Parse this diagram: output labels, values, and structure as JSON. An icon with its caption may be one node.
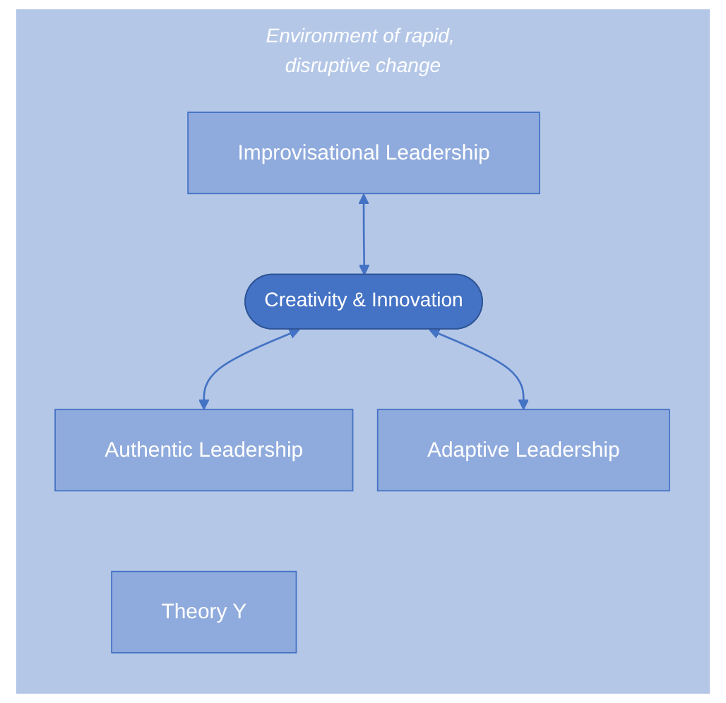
{
  "diagram": {
    "nodes": [
      {
        "text": [
          "Environment of rapid, disruptive change"
        ]
      },
      {
        "text": [
          "Improvisational Leadership"
        ],
        "in": 0
      },
      {
        "text": [
          "Creativity & Innovation"
        ],
        "in": 0
      },
      {
        "text": [
          "Authentic Leadership"
        ],
        "in": 0
      },
      {
        "text": [
          "Adaptive Leadership"
        ],
        "in": 0
      },
      {
        "text": [
          "Theory Y"
        ],
        "in": 0
      }
    ],
    "edges": [
      {
        "from": 1,
        "to": 2,
        "arrow": "both"
      },
      {
        "from": 2,
        "to": 3,
        "arrow": "both"
      },
      {
        "from": 2,
        "to": 4,
        "arrow": "both"
      }
    ]
  }
}
